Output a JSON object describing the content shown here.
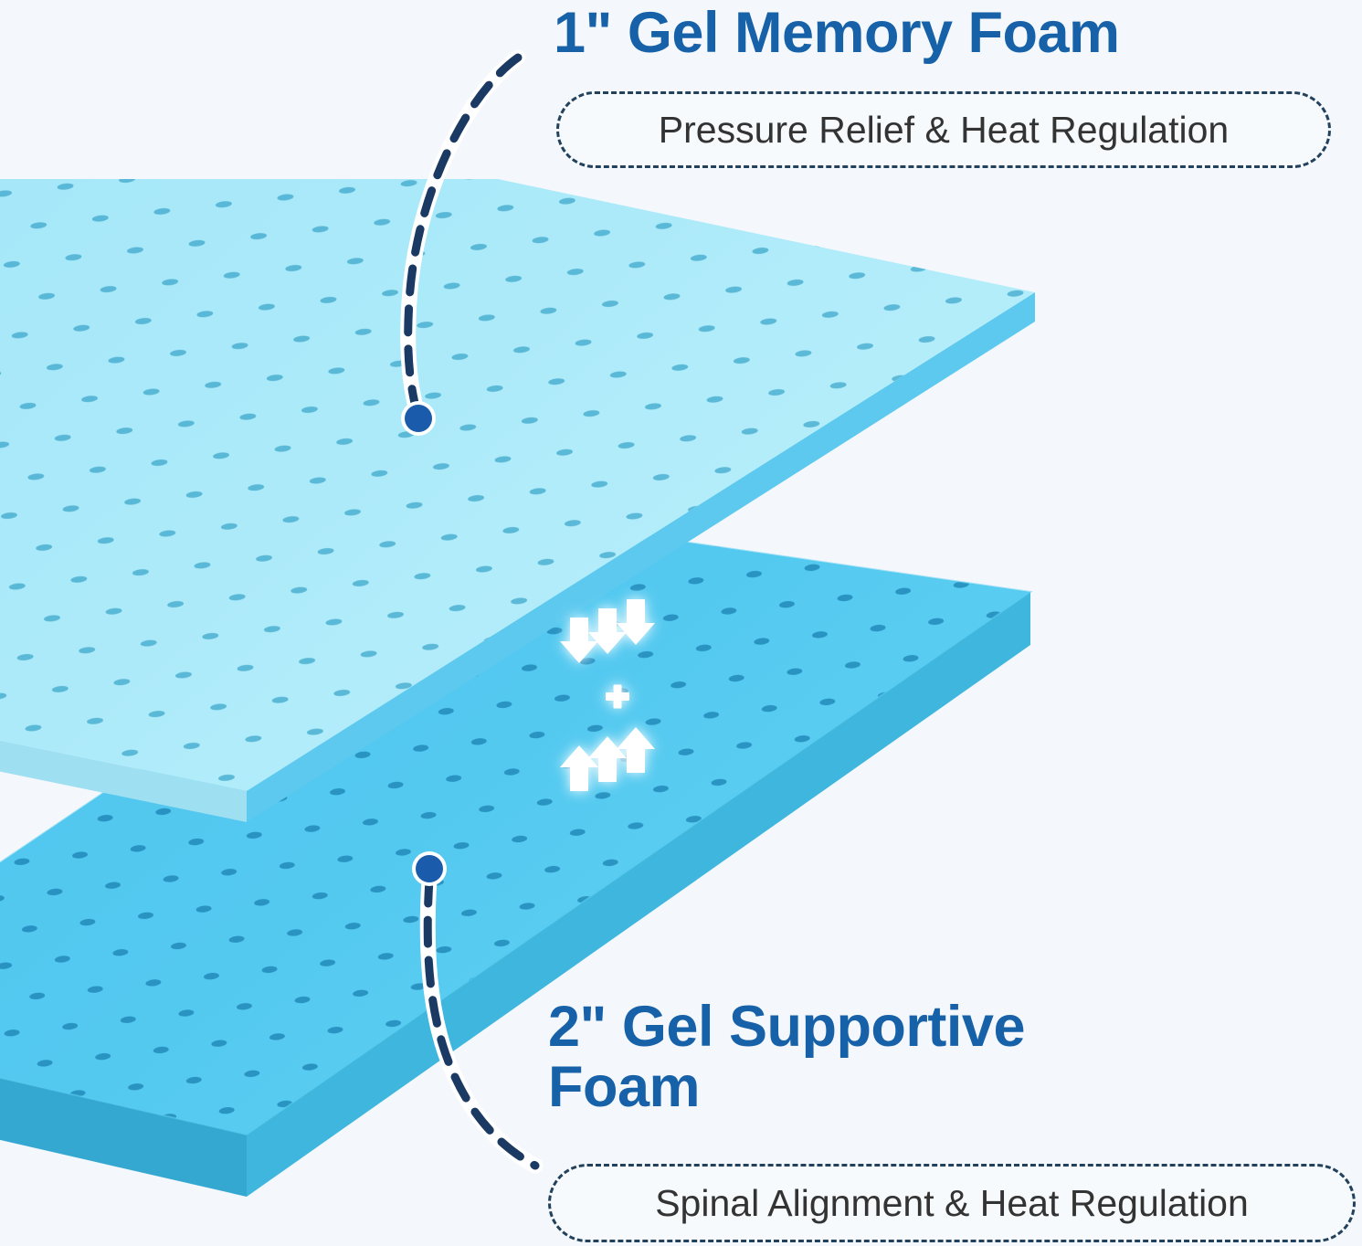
{
  "background_color": "#f4f8fc",
  "accent_color": "#1761a8",
  "layers": {
    "top": {
      "heading": "1\" Gel Memory Foam",
      "badge": "Pressure Relief & Heat Regulation",
      "foam_top_color": "#a8e7f9",
      "foam_side_color": "#5ec9ef",
      "marker_color": "#1b5bab"
    },
    "bottom": {
      "heading": "2\" Gel Supportive Foam",
      "heading_line1": "2\" Gel Supportive",
      "heading_line2": "Foam",
      "badge": "Spinal Alignment & Heat Regulation",
      "foam_top_color": "#4fc6ee",
      "foam_side_color": "#3fb4dd",
      "marker_color": "#1b5bab"
    }
  },
  "icons": {
    "down_arrows": "three-white-down-arrows",
    "plus": "+",
    "up_arrows": "three-white-up-arrows",
    "callout_top": "dashed-curve-callout-top",
    "callout_bottom": "dashed-curve-callout-bottom",
    "marker_top": "callout-dot-top",
    "marker_bottom": "callout-dot-bottom"
  }
}
